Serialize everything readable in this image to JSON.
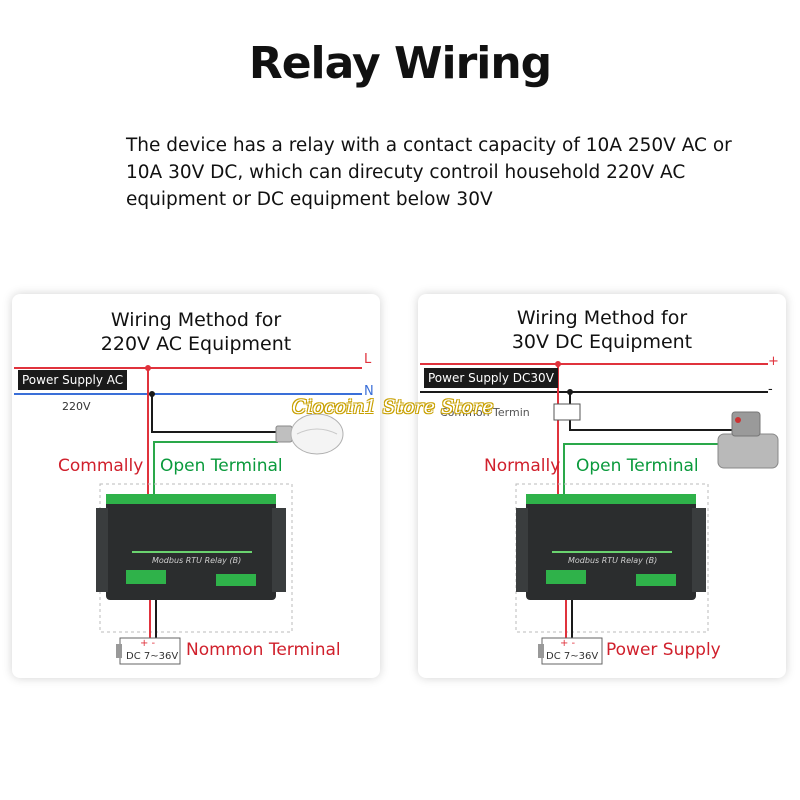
{
  "header": {
    "title": "Relay Wiring",
    "description": "The device has a relay with a contact capacity of 10A 250V AC or 10A 30V DC, which can direcuty controil household 220V AC equipment or DC equipment below 30V"
  },
  "left_panel": {
    "title_line1": "Wiring Method for",
    "title_line2": "220V AC Equipment",
    "power_supply_label": "Power Supply AC",
    "voltage_label": "220V",
    "line_label_live": "L",
    "line_label_neutral": "N",
    "common_label": "Commally",
    "open_label": "Open Terminal",
    "module_label": "Modbus RTU Relay (B)",
    "dc_label": "DC 7~36V",
    "dc_polarity": "+ -",
    "bottom_label": "Nommon Terminal"
  },
  "right_panel": {
    "title_line1": "Wiring Method for",
    "title_line2": "30V DC Equipment",
    "power_supply_label": "Power Supply DC30V",
    "line_label_pos": "+",
    "line_label_neg": "-",
    "common_terminal_label": "Common Termin",
    "common_label": "Normally",
    "open_label": "Open Terminal",
    "module_label": "Modbus RTU Relay (B)",
    "dc_label": "DC 7~36V",
    "dc_polarity": "+ -",
    "bottom_label": "Power Supply"
  },
  "watermark": "Ciocoin1 Store Store",
  "colors": {
    "red_wire": "#e0323c",
    "blue_wire": "#3a6fd8",
    "green_wire": "#2aa84a",
    "black_wire": "#1a1a1a",
    "module_body": "#2b2d2e",
    "terminal_green": "#2fb24a"
  }
}
